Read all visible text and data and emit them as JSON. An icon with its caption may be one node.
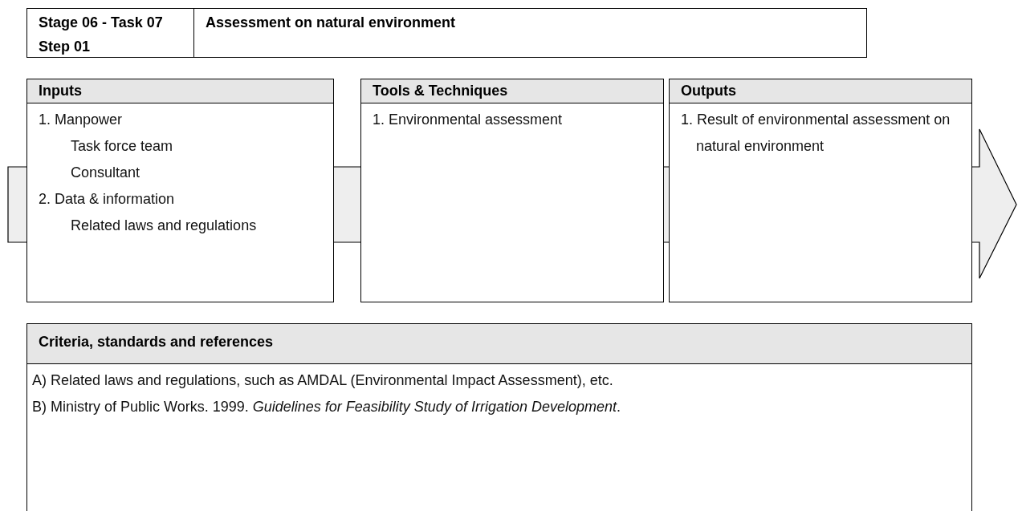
{
  "diagram": {
    "nodes": [
      {
        "text": [
          "Stage 06 - Task 07 Step 01"
        ]
      },
      {
        "text": [
          "Assessment on natural environment"
        ]
      },
      {
        "text": [
          "Inputs",
          "1. Manpower",
          "Task force team",
          "Consultant",
          "2. Data & information",
          "Related laws and regulations"
        ]
      },
      {
        "text": [
          "Tools & Techniques",
          "1. Environmental assessment"
        ]
      },
      {
        "text": [
          "Outputs",
          "1. Result of environmental assessment on natural environment"
        ]
      },
      {
        "text": [
          "Criteria, standards and references",
          "A) Related laws and regulations, such as AMDAL (Environmental Impact Assessment), etc.",
          "B) Ministry of Public Works. 1999. *Guidelines for Feasibility Study of Irrigation Development*."
        ]
      }
    ],
    "edges": []
  }
}
